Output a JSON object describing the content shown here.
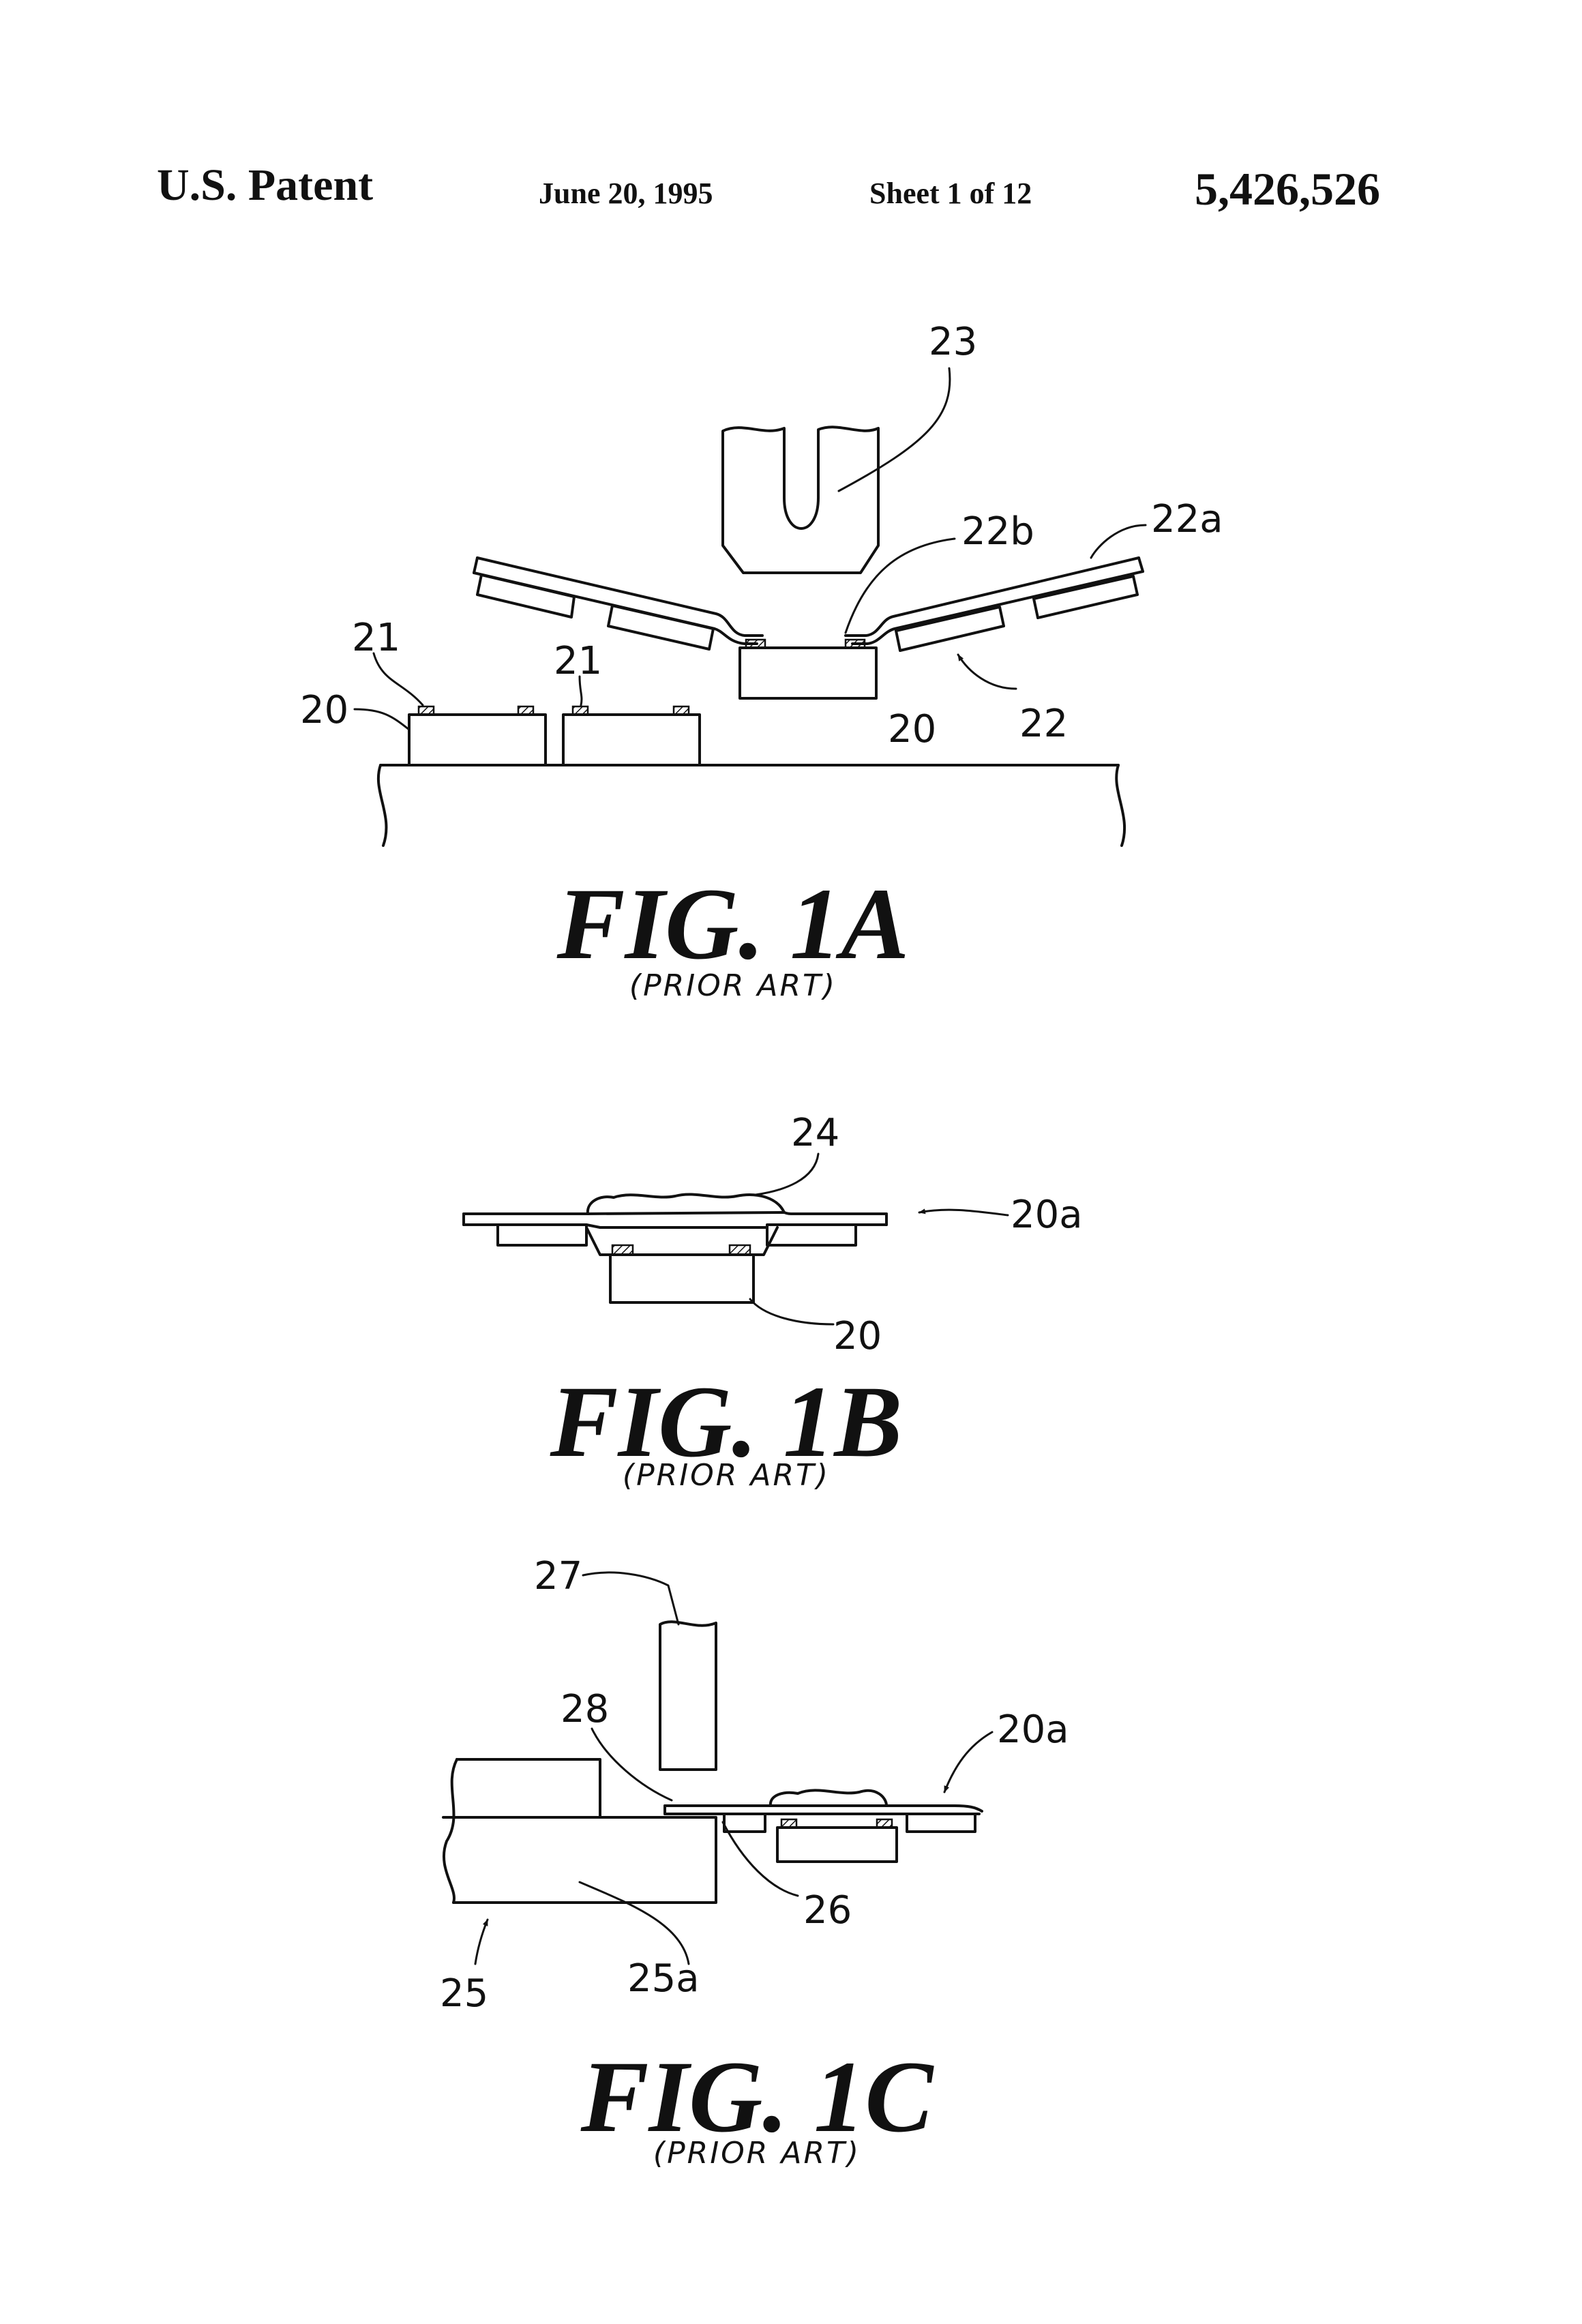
{
  "header": {
    "left": "U.S. Patent",
    "date": "June 20, 1995",
    "sheet": "Sheet 1 of 12",
    "patent_number": "5,426,526"
  },
  "figures": [
    {
      "title": "FIG. 1A",
      "subtitle": "(PRIOR ART)",
      "labels": {
        "l23": "23",
        "l22b": "22b",
        "l22a": "22a",
        "l21a": "21",
        "l21b": "21",
        "l20a": "20",
        "l20b": "20",
        "l22": "22"
      }
    },
    {
      "title": "FIG. 1B",
      "subtitle": "(PRIOR ART)",
      "labels": {
        "l24": "24",
        "l20a": "20a",
        "l20": "20"
      }
    },
    {
      "title": "FIG. 1C",
      "subtitle": "(PRIOR ART)",
      "labels": {
        "l27": "27",
        "l28": "28",
        "l20a": "20a",
        "l26": "26",
        "l25a": "25a",
        "l25": "25"
      }
    }
  ]
}
